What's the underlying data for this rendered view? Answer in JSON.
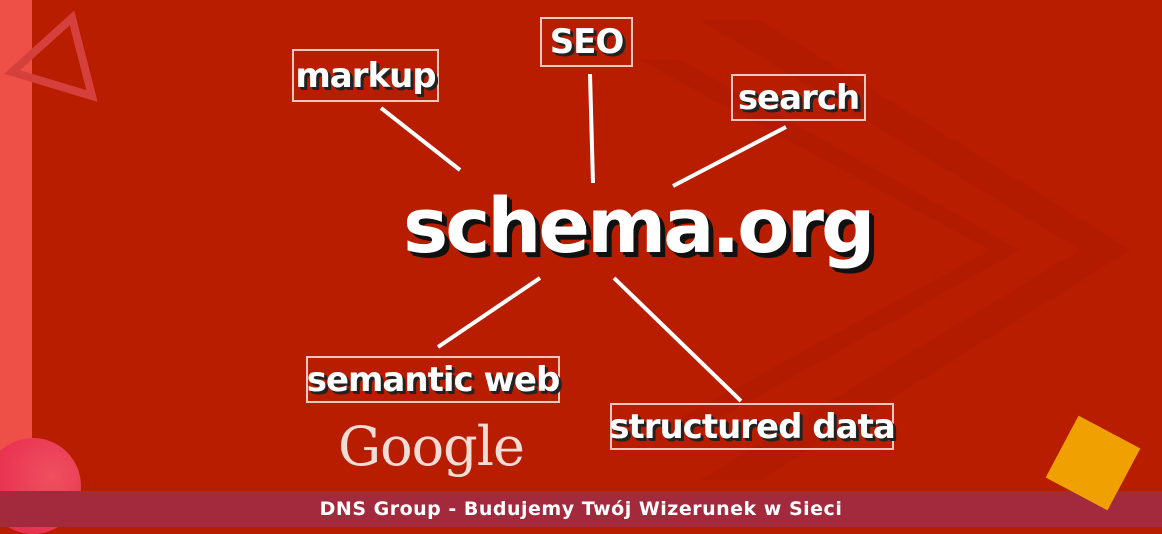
{
  "tags": {
    "markup": "markup",
    "seo": "SEO",
    "search": "search",
    "semantic": "semantic web",
    "structured": "structured data"
  },
  "title": "schema.org",
  "google": "Google",
  "footer": "DNS Group - Budujemy Twój Wizerunek w Sieci",
  "colors": {
    "background": "#b81d00",
    "stripe": "#ee5048",
    "footer": "#a32a3c",
    "circle": "#e83050",
    "diamond": "#f0a000"
  }
}
